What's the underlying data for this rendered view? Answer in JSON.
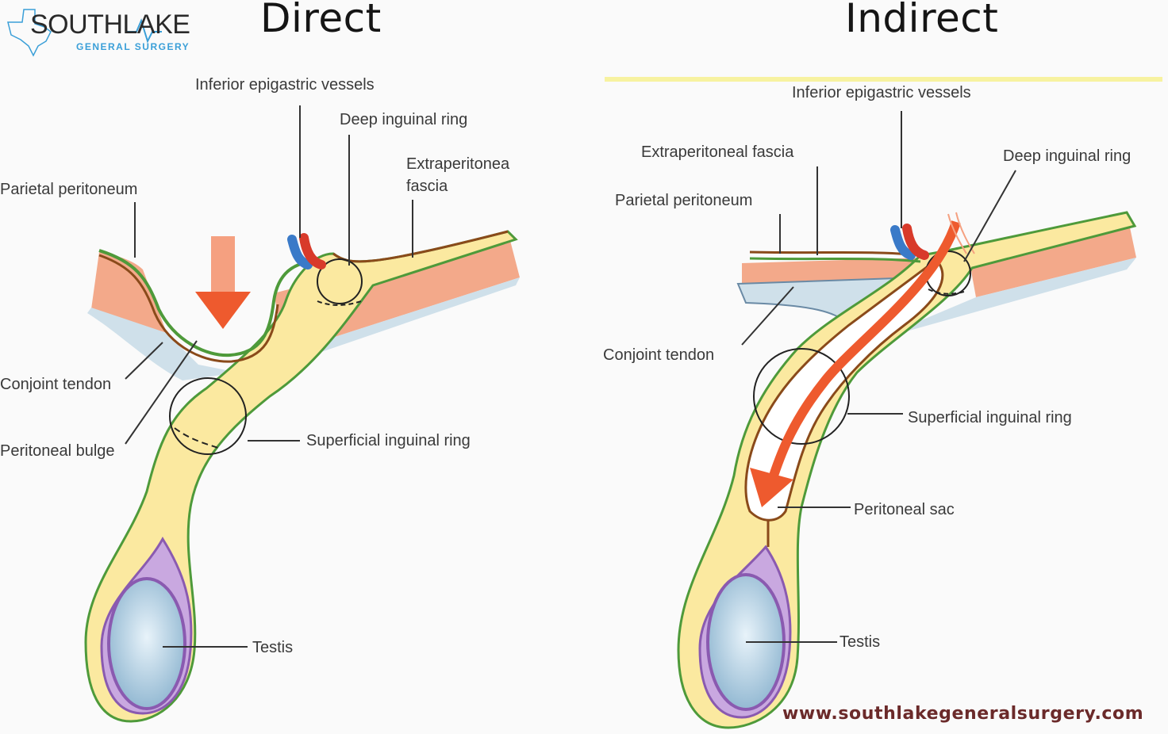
{
  "logo": {
    "name": "SOUTHLAKE",
    "tagline": "GENERAL SURGERY",
    "accent_color": "#3a9fd8"
  },
  "headings": {
    "direct": "Direct",
    "indirect": "Indirect"
  },
  "direct_labels": {
    "inferior_epigastric_vessels": "Inferior epigastric vessels",
    "deep_inguinal_ring": "Deep inguinal ring",
    "extraperitoneal_fascia_line1": "Extraperitonea",
    "extraperitoneal_fascia_line2": "fascia",
    "parietal_peritoneum": "Parietal peritoneum",
    "conjoint_tendon": "Conjoint tendon",
    "peritoneal_bulge": "Peritoneal bulge",
    "superficial_inguinal_ring": "Superficial inguinal ring",
    "testis": "Testis"
  },
  "indirect_labels": {
    "inferior_epigastric_vessels": "Inferior epigastric vessels",
    "extraperitoneal_fascia": "Extraperitoneal fascia",
    "deep_inguinal_ring": "Deep inguinal ring",
    "parietal_peritoneum": "Parietal peritoneum",
    "conjoint_tendon": "Conjoint tendon",
    "superficial_inguinal_ring": "Superficial inguinal ring",
    "peritoneal_sac": "Peritoneal sac",
    "testis": "Testis"
  },
  "website": "www.southlakegeneralsurgery.com",
  "colors": {
    "fat_yellow": "#fbe9a0",
    "muscle_salmon": "#f3a98a",
    "peritoneum_green": "#4e9a3a",
    "peritoneum_brown": "#8a4a1a",
    "fascia_blue": "#cfe0ea",
    "testis_purple": "#8a5ab0",
    "arrow_red": "#ee5a2e",
    "artery_red": "#d83a2a",
    "vein_blue": "#3a7ac8",
    "highlight_yellow": "#f7f2a0"
  }
}
